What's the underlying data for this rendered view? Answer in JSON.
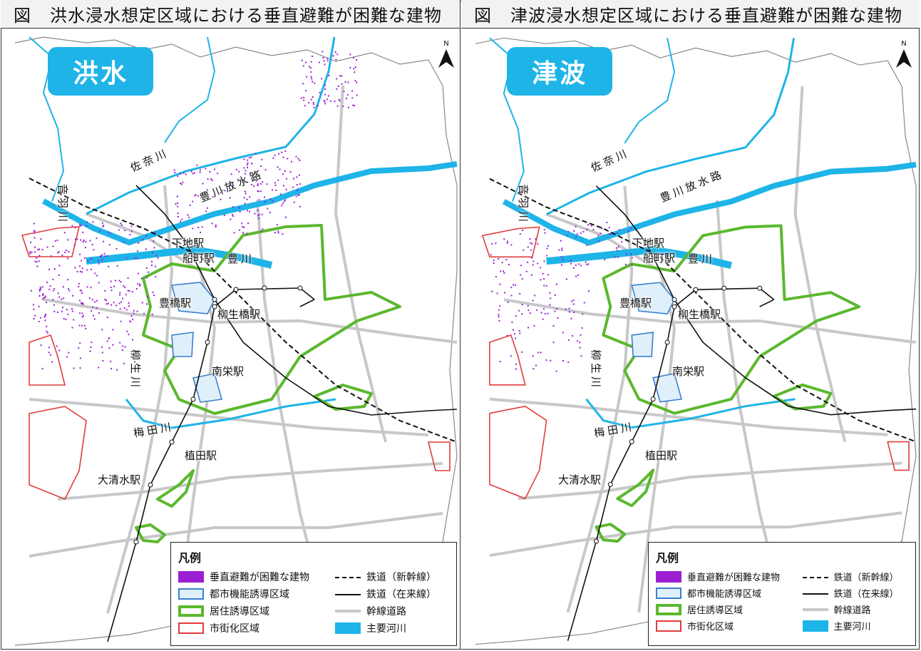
{
  "panels": [
    {
      "title": "洪水浸水想定区域における垂直避難が困難な建物",
      "badge": "洪水"
    },
    {
      "title": "津波浸水想定区域における垂直避難が困難な建物",
      "badge": "津波"
    }
  ],
  "figure_prefix": "図",
  "north_label": "N",
  "stations": {
    "shimoji": "下地駅",
    "funamachi": "船町駅",
    "toyohashi": "豊橋駅",
    "yanagiobashi": "柳生橋駅",
    "minamisakae": "南栄駅",
    "ueda": "植田駅",
    "oshimizu": "大清水駅"
  },
  "rivers": {
    "sana": "佐奈川",
    "toyokawa_spillway": "豊川放水路",
    "toyokawa": "豊川",
    "otowa": "音羽川",
    "yanagyu": "柳生川",
    "umeda": "梅田川"
  },
  "legend": {
    "title": "凡例",
    "items": {
      "building": "垂直避難が困難な建物",
      "urban_function": "都市機能誘導区域",
      "residential": "居住誘導区域",
      "urbanization": "市街化区域",
      "shinkansen": "鉄道（新幹線）",
      "conventional": "鉄道（在来線）",
      "trunk_road": "幹線道路",
      "main_river": "主要河川"
    }
  },
  "colors": {
    "river": "#1eb4e8",
    "building": "#9b1fd1",
    "residential": "#5bb82e",
    "urbanization": "#e03c3c",
    "urban_function": "#3a7fd0",
    "road": "#c8c8c8",
    "boundary": "#888888"
  }
}
